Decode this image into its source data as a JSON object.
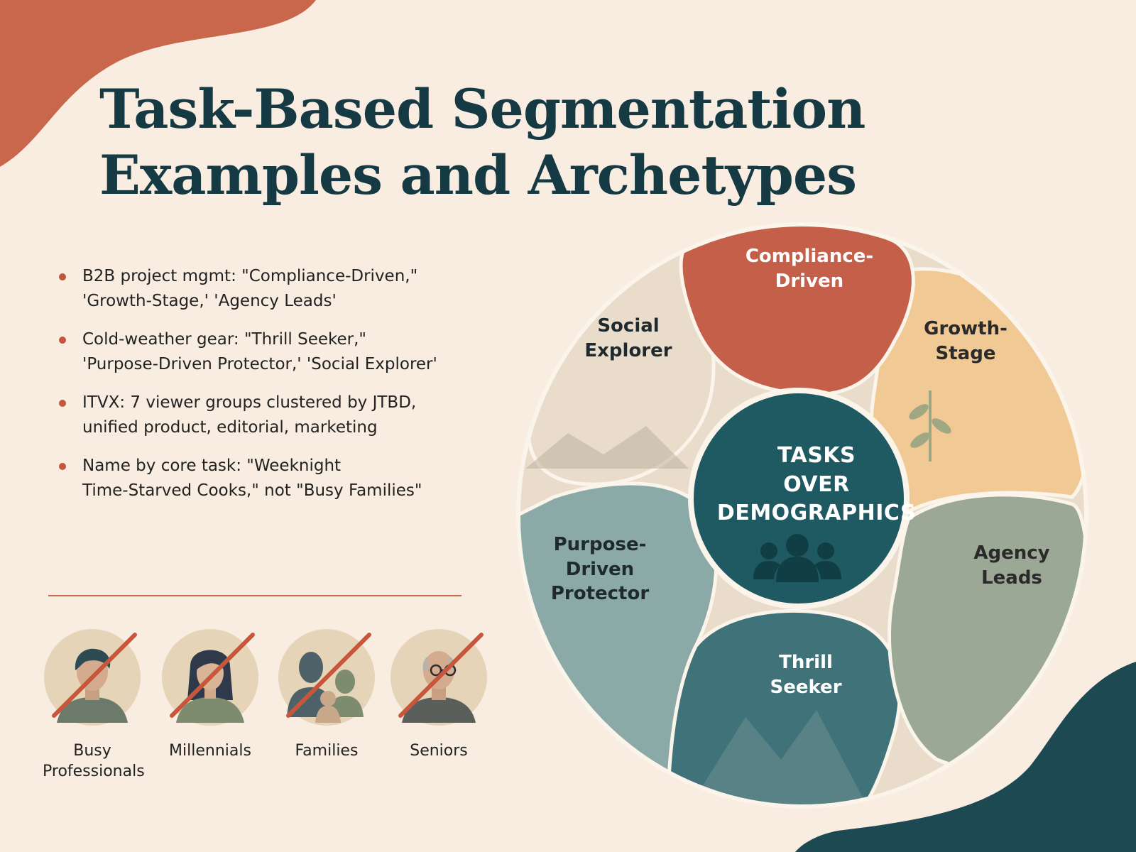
{
  "title": {
    "line1": "Task-Based Segmentation",
    "line2": "Examples and Archetypes"
  },
  "bullets": [
    {
      "line1": "B2B project mgmt: \"Compliance-Driven,\"",
      "line2": "'Growth-Stage,' 'Agency Leads'"
    },
    {
      "line1": "Cold-weather gear: \"Thrill Seeker,\"",
      "line2": "'Purpose-Driven Protector,' 'Social Explorer'"
    },
    {
      "line1": "ITVX: 7 viewer groups clustered by JTBD,",
      "line2": "unified product, editorial, marketing"
    },
    {
      "line1": "Name by core task: \"Weeknight",
      "line2": "Time-Starved Cooks,\" not \"Busy Families\""
    }
  ],
  "demographics": [
    {
      "line1": "Busy",
      "line2": "Professionals",
      "icon": "person-icon"
    },
    {
      "line1": "Millennials",
      "line2": "",
      "icon": "person-icon"
    },
    {
      "line1": "Families",
      "line2": "",
      "icon": "family-icon"
    },
    {
      "line1": "Seniors",
      "line2": "",
      "icon": "senior-person-icon"
    }
  ],
  "segments": {
    "compliance": {
      "line1": "Compliance-",
      "line2": "Driven"
    },
    "growth": {
      "line1": "Growth-",
      "line2": "Stage"
    },
    "agency": {
      "line1": "Agency",
      "line2": "Leads"
    },
    "thrill": {
      "line1": "Thrill",
      "line2": "Seeker"
    },
    "purpose": {
      "line1": "Purpose-",
      "line2": "Driven",
      "line3": "Protector"
    },
    "social": {
      "line1": "Social",
      "line2": "Explorer"
    }
  },
  "center": {
    "line1": "TASKS",
    "line2": "OVER",
    "line3": "DEMOGRAPHICS",
    "icon": "people-group-icon"
  },
  "colors": {
    "title": "#153a44",
    "accent": "#c2553a",
    "center": "#1f5a63",
    "compliance": "#c4604a",
    "growth": "#f1c995",
    "agency": "#9aa895",
    "thrill": "#3f7279",
    "purpose": "#8aa9a7",
    "social": "#eadccb"
  }
}
